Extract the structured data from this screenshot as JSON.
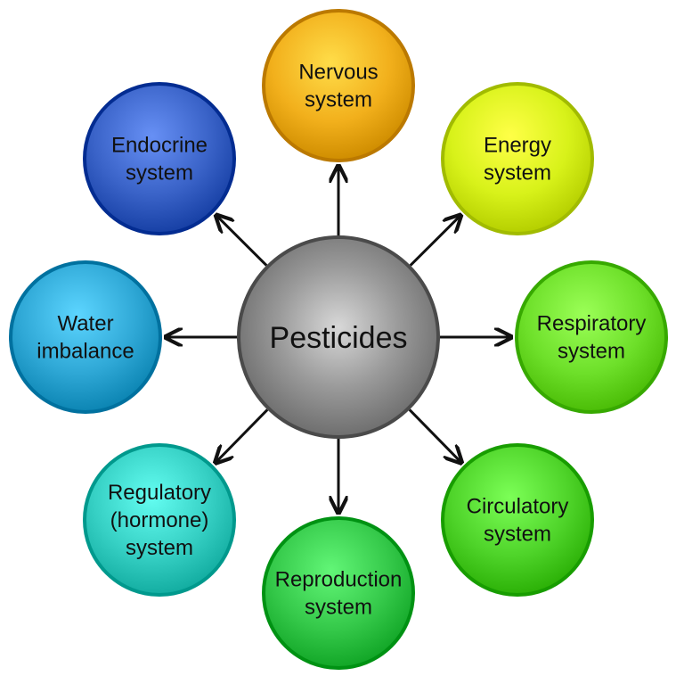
{
  "center": {
    "label": "Pesticides",
    "color": "#8c8c8c"
  },
  "effects": [
    {
      "id": "nervous",
      "lines": [
        "Nervous",
        "system"
      ],
      "color": "#f2b01c"
    },
    {
      "id": "energy",
      "lines": [
        "Energy",
        "system"
      ],
      "color": "#d8f21a"
    },
    {
      "id": "respiratory",
      "lines": [
        "Respiratory",
        "system"
      ],
      "color": "#6ee02a"
    },
    {
      "id": "circulatory",
      "lines": [
        "Circulatory",
        "system"
      ],
      "color": "#4fd42a"
    },
    {
      "id": "reproduction",
      "lines": [
        "Reproduction",
        "system"
      ],
      "color": "#35c94a"
    },
    {
      "id": "regulatory",
      "lines": [
        "Regulatory",
        "(hormone)",
        "system"
      ],
      "color": "#36d0c4"
    },
    {
      "id": "water",
      "lines": [
        "Water",
        "imbalance"
      ],
      "color": "#2fa8d6"
    },
    {
      "id": "endocrine",
      "lines": [
        "Endocrine",
        "system"
      ],
      "color": "#3a63c8"
    }
  ]
}
